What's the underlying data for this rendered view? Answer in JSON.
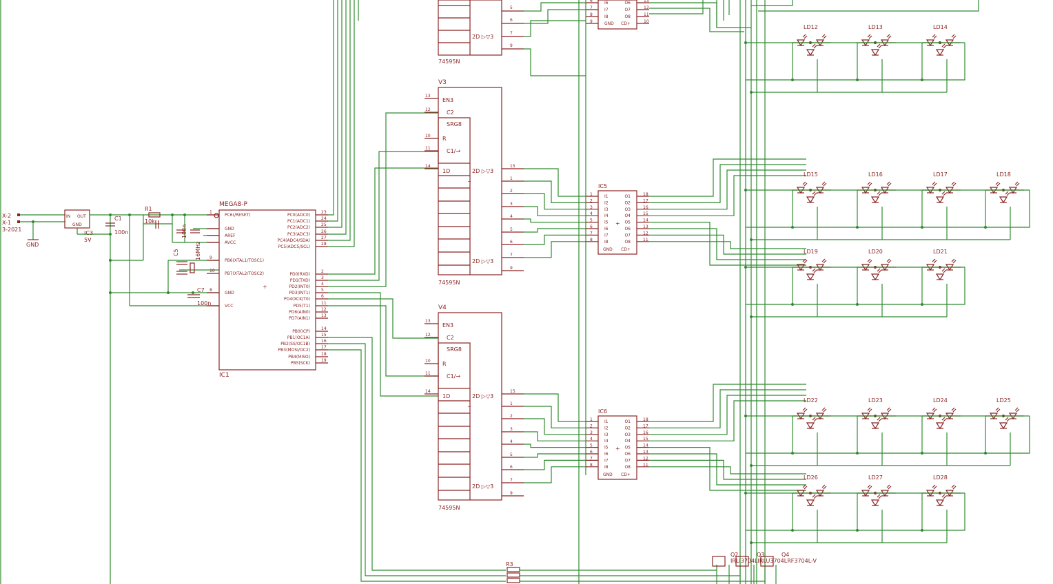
{
  "theme": {
    "background": "#ffffff",
    "wire_color": "#2e8b2e",
    "symbol_color": "#8b2323",
    "text_color": "#8b2323"
  },
  "connector": {
    "pin_labels": [
      "X-2",
      "X-1"
    ],
    "date_fragment": "3-2021",
    "gnd_label": "GND"
  },
  "regulator": {
    "name": "IC3",
    "value": "5V",
    "pins": {
      "in": "IN",
      "out": "OUT",
      "gnd": "GND"
    }
  },
  "passives": {
    "c1": {
      "name": "C1",
      "value": "100n"
    },
    "r1": {
      "name": "R1",
      "value": "10k"
    },
    "c2_value": "100n",
    "c5_name": "C5",
    "c7": {
      "name": "C7",
      "value": "100n"
    },
    "crystal_value": "16MHz"
  },
  "mcu": {
    "name": "IC1",
    "value": "MEGA8-P",
    "left_pins": [
      {
        "num": "1",
        "name": "PC6(/RESET)"
      },
      {
        "num": "",
        "name": "GND"
      },
      {
        "num": "",
        "name": "AREF"
      },
      {
        "num": "",
        "name": "AVCC"
      },
      {
        "num": "9",
        "name": "PB6(XTAL1/TOSC1)"
      },
      {
        "num": "10",
        "name": "PB7(XTAL2/TOSC2)"
      },
      {
        "num": "8",
        "name": "GND"
      },
      {
        "num": "",
        "name": "VCC"
      }
    ],
    "right_pins": [
      {
        "num": "23",
        "name": "PC0(ADC0)"
      },
      {
        "num": "24",
        "name": "PC1(ADC1)"
      },
      {
        "num": "25",
        "name": "PC2(ADC2)"
      },
      {
        "num": "26",
        "name": "PC3(ADC3)"
      },
      {
        "num": "27",
        "name": "PC4(ADC4/SDA)"
      },
      {
        "num": "28",
        "name": "PC5(ADC5/SCL)"
      },
      {
        "num": "2",
        "name": "PD0(RXD)"
      },
      {
        "num": "3",
        "name": "PD1(TXD)"
      },
      {
        "num": "4",
        "name": "PD2(INT0)"
      },
      {
        "num": "5",
        "name": "PD3(INT1)"
      },
      {
        "num": "6",
        "name": "PD4(XCK/T0)"
      },
      {
        "num": "11",
        "name": "PD5(T1)"
      },
      {
        "num": "12",
        "name": "PD6(AIN0)"
      },
      {
        "num": "13",
        "name": "PD7(AIN1)"
      },
      {
        "num": "14",
        "name": "PB0(ICP)"
      },
      {
        "num": "15",
        "name": "PB1(OC1A)"
      },
      {
        "num": "16",
        "name": "PB2(SS/OC1B)"
      },
      {
        "num": "17",
        "name": "PB3(MOSI/OC2)"
      },
      {
        "num": "18",
        "name": "PB4(MISO)"
      },
      {
        "num": "19",
        "name": "PB5(SCK)"
      }
    ]
  },
  "shift_registers": [
    {
      "name": "V3",
      "part": "74595N"
    },
    {
      "name": "V4",
      "part": "74595N"
    }
  ],
  "shift_register_top_part": "74595N",
  "sr_labels": {
    "en": "EN3",
    "c2": "C2",
    "srg": "SRG8",
    "r": "R",
    "c1": "C1/→",
    "d": "1D",
    "q": "2D ▷▽3"
  },
  "sr_pins": {
    "en": "13",
    "c2": "12",
    "r": "10",
    "c1": "11",
    "d": "14",
    "qs": "15",
    "outs": [
      "1",
      "2",
      "3",
      "4",
      "5",
      "6",
      "7",
      "9"
    ]
  },
  "drivers": [
    {
      "name": "IC5"
    },
    {
      "name": "IC6"
    }
  ],
  "driver_labels": {
    "inputs": [
      "I1",
      "I2",
      "I3",
      "I4",
      "I5",
      "I6",
      "I7",
      "I8"
    ],
    "outputs": [
      "O1",
      "O2",
      "O3",
      "O4",
      "O5",
      "O6",
      "O7",
      "O8"
    ],
    "in_pins": [
      "1",
      "2",
      "3",
      "4",
      "5",
      "6",
      "7",
      "8"
    ],
    "out_pins": [
      "18",
      "17",
      "16",
      "15",
      "14",
      "13",
      "12",
      "11"
    ],
    "gnd": "GND",
    "cd": "CD+",
    "gnd_pin": "9",
    "cd_pin": "10"
  },
  "top_driver": {
    "inputs": [
      "I6",
      "I7",
      "I8",
      "GND"
    ],
    "outputs": [
      "O6",
      "O7",
      "O8",
      "CD+"
    ],
    "in_pins": [
      "6",
      "7",
      "8",
      "9"
    ],
    "out_pins": [
      "13",
      "12",
      "11",
      "10"
    ]
  },
  "top_sr_outs": [
    "5",
    "6",
    "7",
    "9"
  ],
  "top_sr_q": "2D ▷▽3",
  "led_labels": {
    "row1": [
      "LD12",
      "LD13",
      "LD14"
    ],
    "row2": [
      "LD15",
      "LD16",
      "LD17",
      "LD18"
    ],
    "row3": [
      "LD19",
      "LD20",
      "LD21"
    ],
    "row4": [
      "LD22",
      "LD23",
      "LD24",
      "LD25"
    ],
    "row5": [
      "LD26",
      "LD27",
      "LD28"
    ]
  },
  "transistors": {
    "names": [
      "Q2",
      "Q3",
      "Q4"
    ],
    "part_fragment": "IRLI3704LIRLU3704LRF3704L-V"
  },
  "r3": {
    "name": "R3"
  }
}
